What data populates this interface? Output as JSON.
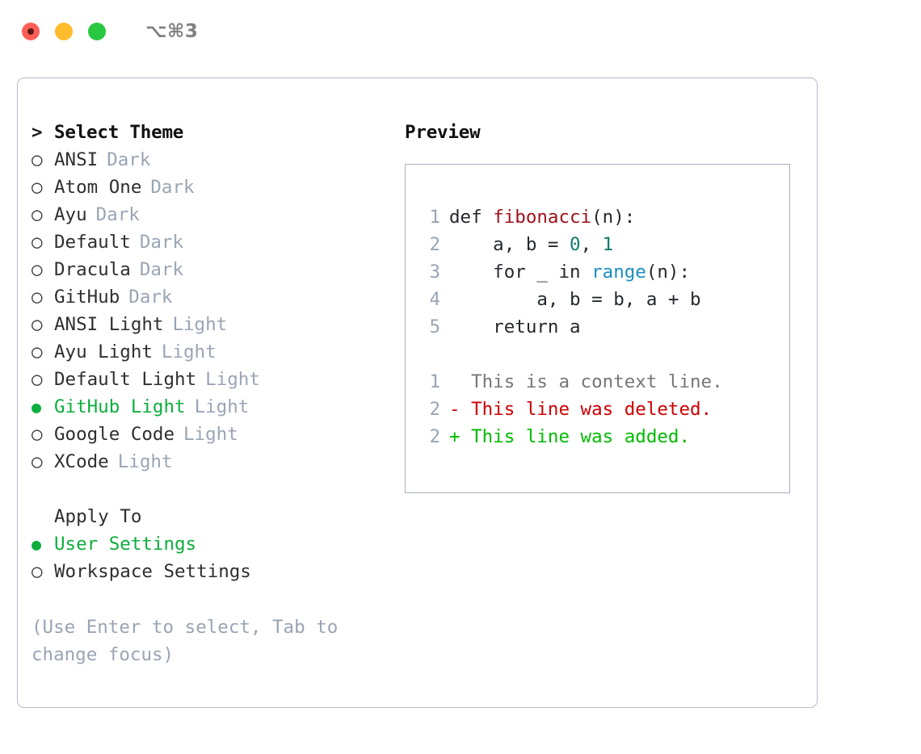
{
  "titlebar": {
    "lights": [
      "close",
      "minimize",
      "maximize"
    ],
    "shortcut": "⌥⌘3"
  },
  "left": {
    "header": {
      "marker": ">",
      "label": "Select Theme"
    },
    "themes": [
      {
        "marker": "○",
        "label": "ANSI",
        "tag": "Dark",
        "selected": false
      },
      {
        "marker": "○",
        "label": "Atom One",
        "tag": "Dark",
        "selected": false
      },
      {
        "marker": "○",
        "label": "Ayu",
        "tag": "Dark",
        "selected": false
      },
      {
        "marker": "○",
        "label": "Default",
        "tag": "Dark",
        "selected": false
      },
      {
        "marker": "○",
        "label": "Dracula",
        "tag": "Dark",
        "selected": false
      },
      {
        "marker": "○",
        "label": "GitHub",
        "tag": "Dark",
        "selected": false
      },
      {
        "marker": "○",
        "label": "ANSI Light",
        "tag": "Light",
        "selected": false
      },
      {
        "marker": "○",
        "label": "Ayu Light",
        "tag": "Light",
        "selected": false
      },
      {
        "marker": "○",
        "label": "Default Light",
        "tag": "Light",
        "selected": false
      },
      {
        "marker": "●",
        "label": "GitHub Light",
        "tag": "Light",
        "selected": true
      },
      {
        "marker": "○",
        "label": "Google Code",
        "tag": "Light",
        "selected": false
      },
      {
        "marker": "○",
        "label": "XCode",
        "tag": "Light",
        "selected": false
      }
    ],
    "apply_to": {
      "heading": "Apply To",
      "options": [
        {
          "marker": "●",
          "label": "User Settings",
          "selected": true
        },
        {
          "marker": "○",
          "label": "Workspace Settings",
          "selected": false
        }
      ]
    },
    "hint": "(Use Enter to select, Tab to change focus)"
  },
  "right": {
    "title": "Preview",
    "code_lines": [
      {
        "num": "1",
        "segments": [
          {
            "t": "def ",
            "c": "plain"
          },
          {
            "t": "fibonacci",
            "c": "fn"
          },
          {
            "t": "(n):",
            "c": "plain"
          }
        ]
      },
      {
        "num": "2",
        "segments": [
          {
            "t": "    a, b = ",
            "c": "plain"
          },
          {
            "t": "0",
            "c": "num"
          },
          {
            "t": ", ",
            "c": "plain"
          },
          {
            "t": "1",
            "c": "num"
          }
        ]
      },
      {
        "num": "3",
        "segments": [
          {
            "t": "    for _ in ",
            "c": "plain"
          },
          {
            "t": "range",
            "c": "call"
          },
          {
            "t": "(n):",
            "c": "plain"
          }
        ]
      },
      {
        "num": "4",
        "segments": [
          {
            "t": "        a, b = b, a + b",
            "c": "plain"
          }
        ]
      },
      {
        "num": "5",
        "segments": [
          {
            "t": "    return a",
            "c": "plain"
          }
        ]
      }
    ],
    "diff_lines": [
      {
        "num": "1",
        "segments": [
          {
            "t": "  This is a context line.",
            "c": "ctx"
          }
        ]
      },
      {
        "num": "2",
        "segments": [
          {
            "t": "- This line was deleted.",
            "c": "del"
          }
        ]
      },
      {
        "num": "2",
        "segments": [
          {
            "t": "+ This line was added.",
            "c": "add"
          }
        ]
      }
    ]
  },
  "colors": {
    "accent_green": "#0cae3e",
    "tag_gray": "#9aa5b4",
    "panel_border": "#b4bdcb",
    "code_border": "#a8b2c0",
    "syntax_function": "#a0111b",
    "syntax_number": "#0f7b6c",
    "syntax_call": "#1a8fbf",
    "diff_deleted": "#cc0000",
    "diff_added": "#00bb00",
    "diff_context": "#777777",
    "light_red": "#ff5f57",
    "light_yellow": "#febc2e",
    "light_green": "#28c840"
  }
}
